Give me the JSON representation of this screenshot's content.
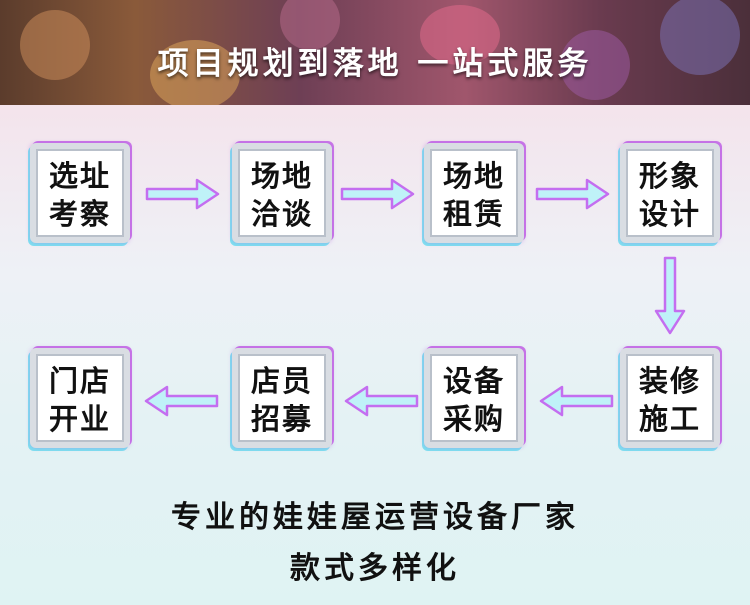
{
  "banner": {
    "title": "项目规划到落地 一站式服务"
  },
  "steps": [
    {
      "line1": "选址",
      "line2": "考察"
    },
    {
      "line1": "场地",
      "line2": "洽谈"
    },
    {
      "line1": "场地",
      "line2": "租赁"
    },
    {
      "line1": "形象",
      "line2": "设计"
    },
    {
      "line1": "装修",
      "line2": "施工"
    },
    {
      "line1": "设备",
      "line2": "采购"
    },
    {
      "line1": "店员",
      "line2": "招募"
    },
    {
      "line1": "门店",
      "line2": "开业"
    }
  ],
  "footer": {
    "line1": "专业的娃娃屋运营设备厂家",
    "line2": "款式多样化"
  },
  "colors": {
    "arrow_cyan": "#8fe6f2",
    "arrow_purple": "#c46ef0",
    "box_border": "#d9dde3"
  }
}
